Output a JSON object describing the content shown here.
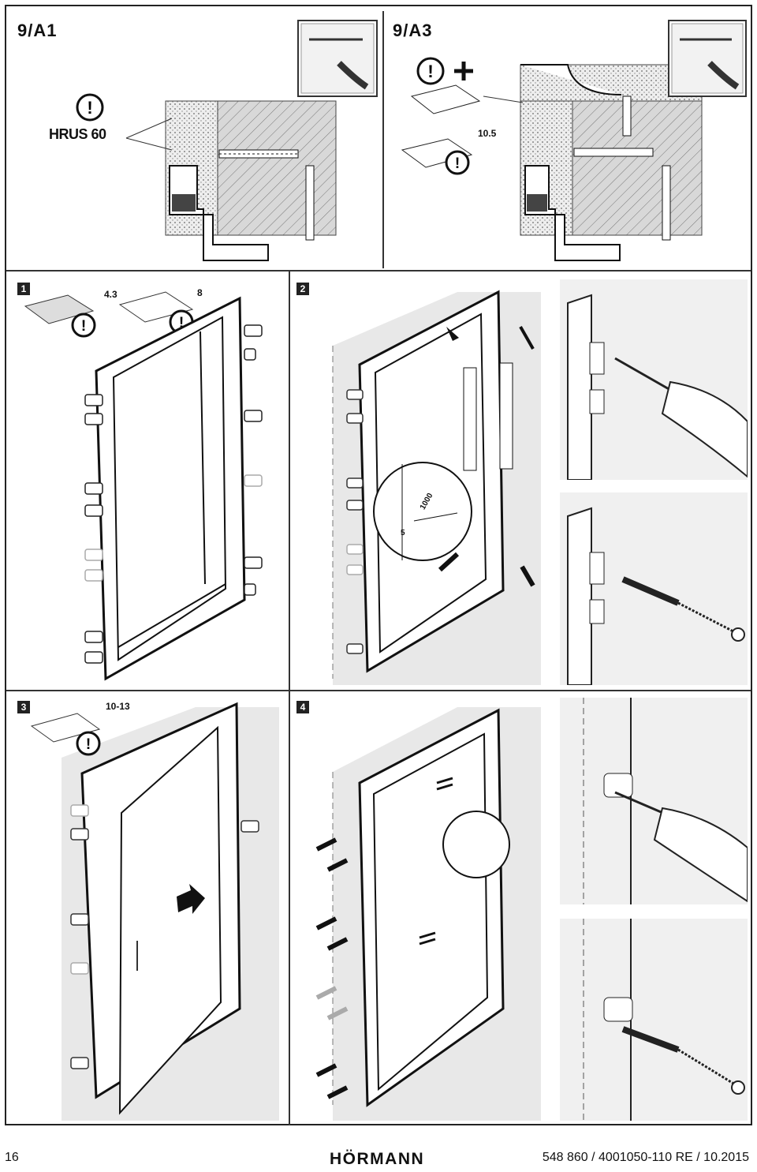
{
  "panels": {
    "a1": {
      "title": "9/A1",
      "warning_label": "HRUS 60"
    },
    "a3": {
      "title": "9/A3",
      "dimension": "10.5"
    },
    "step1": {
      "number": "1",
      "dim_left": "4.3",
      "dim_right": "8"
    },
    "step2": {
      "number": "2",
      "detail_label": "1000",
      "detail_gap": "5"
    },
    "step3": {
      "number": "3",
      "dim": "10-13"
    },
    "step4": {
      "number": "4"
    }
  },
  "footer": {
    "page_number": "16",
    "brand": "HÖRMANN",
    "document_ref": "548 860 / 4001050-110  RE / 10.2015"
  }
}
